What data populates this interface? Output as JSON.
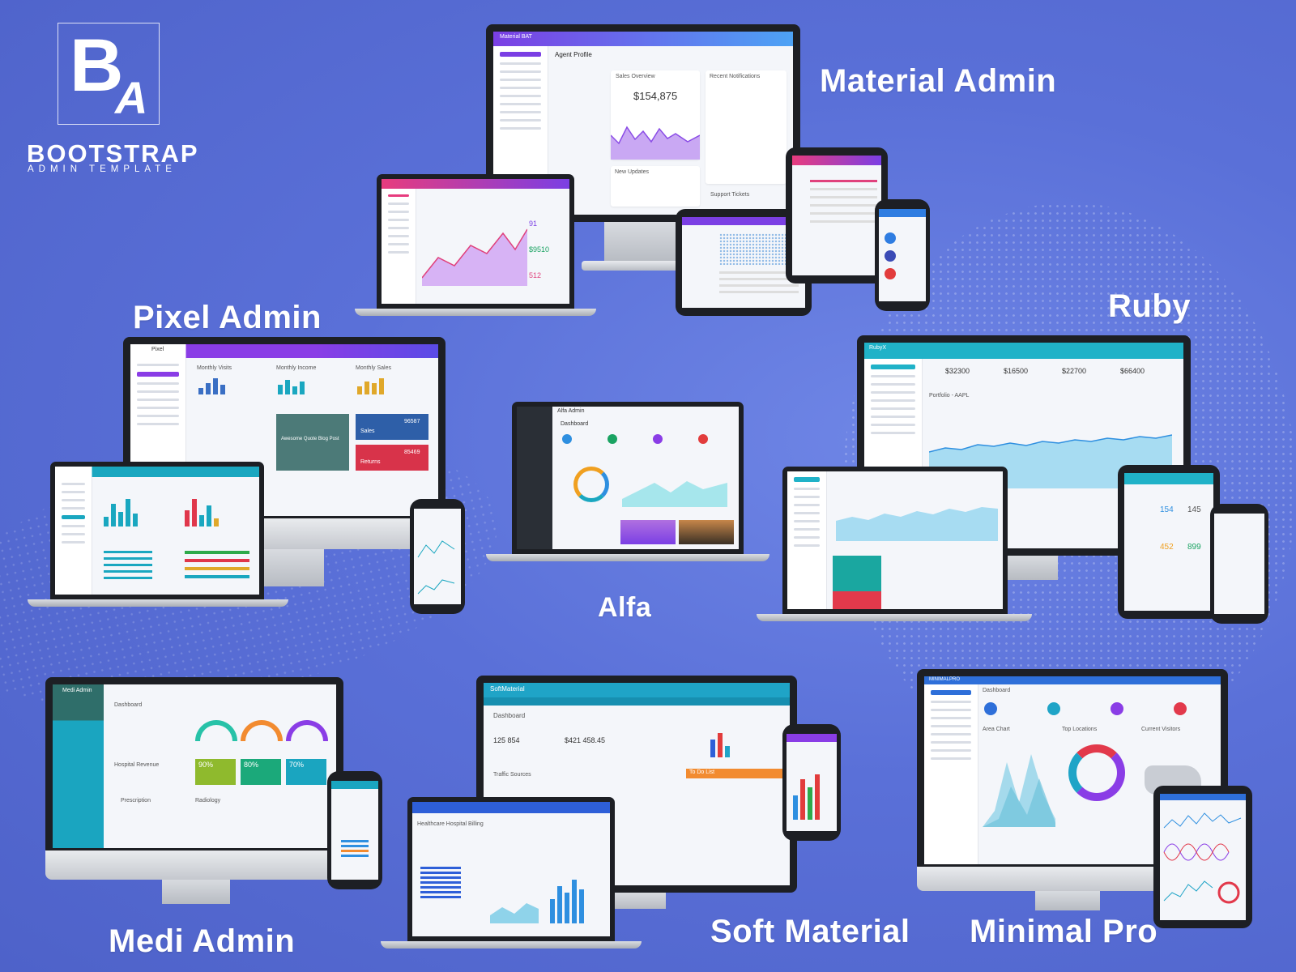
{
  "brand": {
    "logo_letters": "BA",
    "title": "BOOTSTRAP",
    "subtitle": "ADMIN TEMPLATE"
  },
  "templates": [
    {
      "name": "Material Admin"
    },
    {
      "name": "Ruby"
    },
    {
      "name": "Pixel Admin"
    },
    {
      "name": "Alfa"
    },
    {
      "name": "Medi Admin"
    },
    {
      "name": "Soft Material"
    },
    {
      "name": "Minimal Pro"
    }
  ],
  "screens": {
    "material": {
      "app": "Material BAT",
      "page": "Agent Profile",
      "value": "$154,875",
      "value_label": "Sales Overview",
      "notif": "Recent Notifications",
      "updates": "New Updates",
      "support": "Support Tickets"
    },
    "ruby": {
      "app": "RubyX",
      "stat1": "$32300",
      "stat2": "$16500",
      "stat3": "$22700",
      "stat4": "$66400",
      "chart": "Portfolio - AAPL"
    },
    "pixel": {
      "app": "Pixel",
      "card1": "Monthly Visits",
      "card2": "Monthly Income",
      "card3": "Monthly Sales",
      "blog": "Awesome Quote Blog Post",
      "sales": "Sales",
      "returns": "Returns",
      "sales_val": "96587",
      "returns_val": "85469"
    },
    "alfa": {
      "app": "Alfa Admin",
      "title": "Dashboard"
    },
    "medi": {
      "app": "Medi Admin",
      "title": "Dashboard",
      "pct1": "90%",
      "pct2": "80%",
      "pct3": "70%",
      "revenue": "Hospital Revenue",
      "prescription": "Prescription",
      "radiology": "Radiology"
    },
    "soft": {
      "app": "SoftMaterial",
      "title": "Dashboard",
      "visits": "125 854",
      "orders": "$421 458.45",
      "sources": "Traffic Sources",
      "todo": "To Do List",
      "billing": "Healthcare Hospital Billing"
    },
    "minimal": {
      "app": "MINIMALPRO",
      "title": "Dashboard",
      "area": "Area Chart",
      "top": "Top Locations",
      "visitors": "Current Visitors"
    }
  },
  "colors": {
    "background": "#5a70d8",
    "material_bar": "#7b3fe4",
    "ruby_bar": "#20b2c8",
    "pixel_bar": "#8a3de6",
    "soft_bar": "#1fa4c7",
    "minimal_bar": "#2e6fd9",
    "medi_side": "#1aa5c0",
    "alfa_side": "#2a2f36"
  }
}
